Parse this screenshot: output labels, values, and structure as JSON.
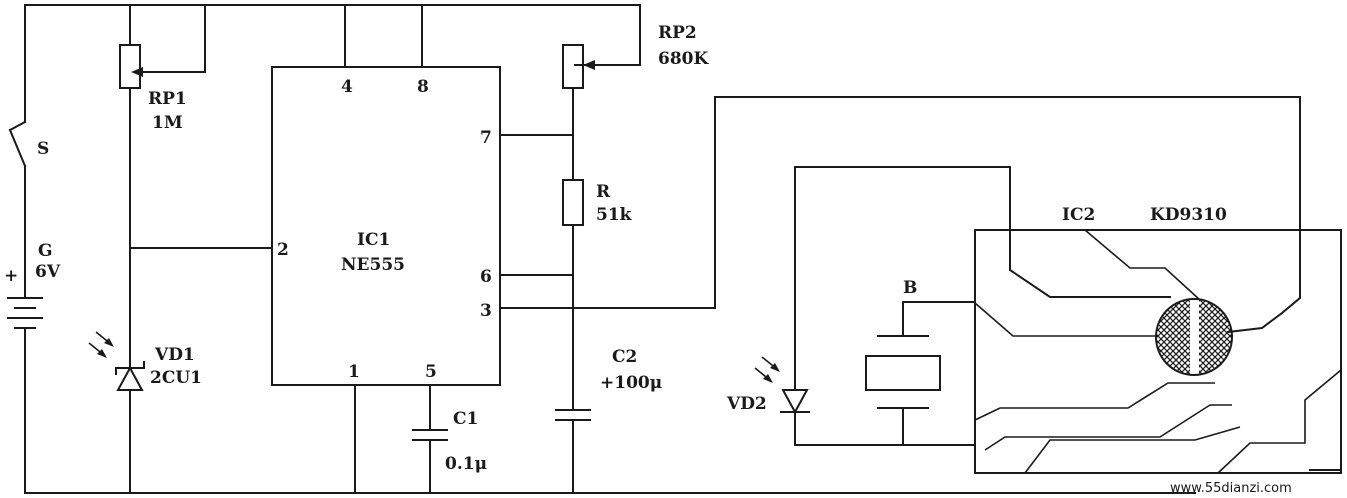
{
  "components": {
    "switch": {
      "label": "S"
    },
    "battery": {
      "polarity": "+",
      "name": "G",
      "value": "6V"
    },
    "rp1": {
      "name": "RP1",
      "value": "1M"
    },
    "rp2": {
      "name": "RP2",
      "value": "680K"
    },
    "ic1": {
      "name": "IC1",
      "part": "NE555"
    },
    "pins": {
      "p4": "4",
      "p8": "8",
      "p7": "7",
      "p2": "2",
      "p6": "6",
      "p3": "3",
      "p1": "1",
      "p5": "5"
    },
    "r": {
      "name": "R",
      "value": "51k"
    },
    "c1": {
      "name": "C1",
      "value": "0.1μ"
    },
    "c2": {
      "name": "C2",
      "value": "+100μ"
    },
    "vd1": {
      "name": "VD1",
      "part": "2CU1"
    },
    "vd2": {
      "name": "VD2"
    },
    "buzzer": {
      "name": "B"
    },
    "ic2": {
      "name": "IC2",
      "part": "KD9310"
    }
  },
  "watermark": "www.55dianzi.com"
}
